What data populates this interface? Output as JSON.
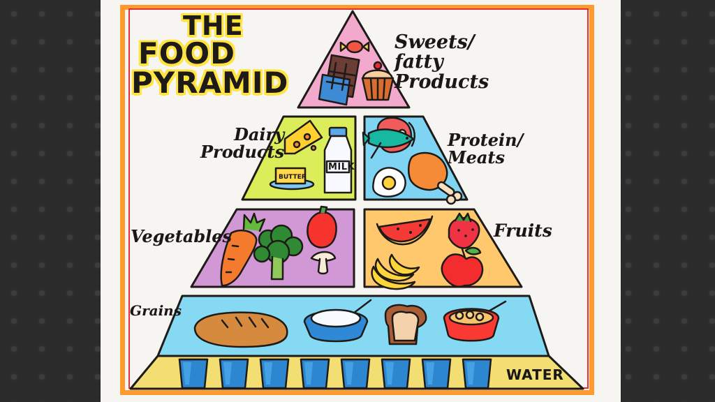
{
  "poster": {
    "title_lines": [
      "THE",
      "FOOD",
      "PYRAMID"
    ],
    "labels": {
      "sweets": "Sweets/\nfatty\nProducts",
      "dairy": "Dairy\nProducts",
      "protein": "Protein/\nMeats",
      "vegetables": "Vegetables",
      "fruits": "Fruits",
      "grains": "Grains",
      "water": "WATER"
    },
    "food_words": {
      "milk": "MILK",
      "butter": "BUTTER"
    }
  },
  "colors": {
    "border_orange": "#ff9a2f",
    "inner_red": "#e62e34",
    "title_yellow": "#ffe43d",
    "sweets_pink": "#f3a9cc",
    "dairy_lime": "#dced5a",
    "protein_blue": "#7fd4f3",
    "vegetables_purple": "#d297d5",
    "fruits_orange": "#ffc86d",
    "grains_blue": "#86d9f3",
    "water_yellow": "#f2de73"
  },
  "icons": [
    "candy-icon",
    "chocolate-icon",
    "cupcake-icon",
    "cheese-icon",
    "butter-icon",
    "milk-bottle-icon",
    "ham-icon",
    "fish-icon",
    "egg-icon",
    "chicken-leg-icon",
    "carrot-icon",
    "broccoli-icon",
    "bell-pepper-icon",
    "mushroom-icon",
    "watermelon-icon",
    "strawberry-icon",
    "bananas-icon",
    "apple-icon",
    "bread-icon",
    "rice-bowl-icon",
    "toast-icon",
    "noodle-bowl-icon",
    "water-glass-icon"
  ],
  "water_glass_count": 8
}
